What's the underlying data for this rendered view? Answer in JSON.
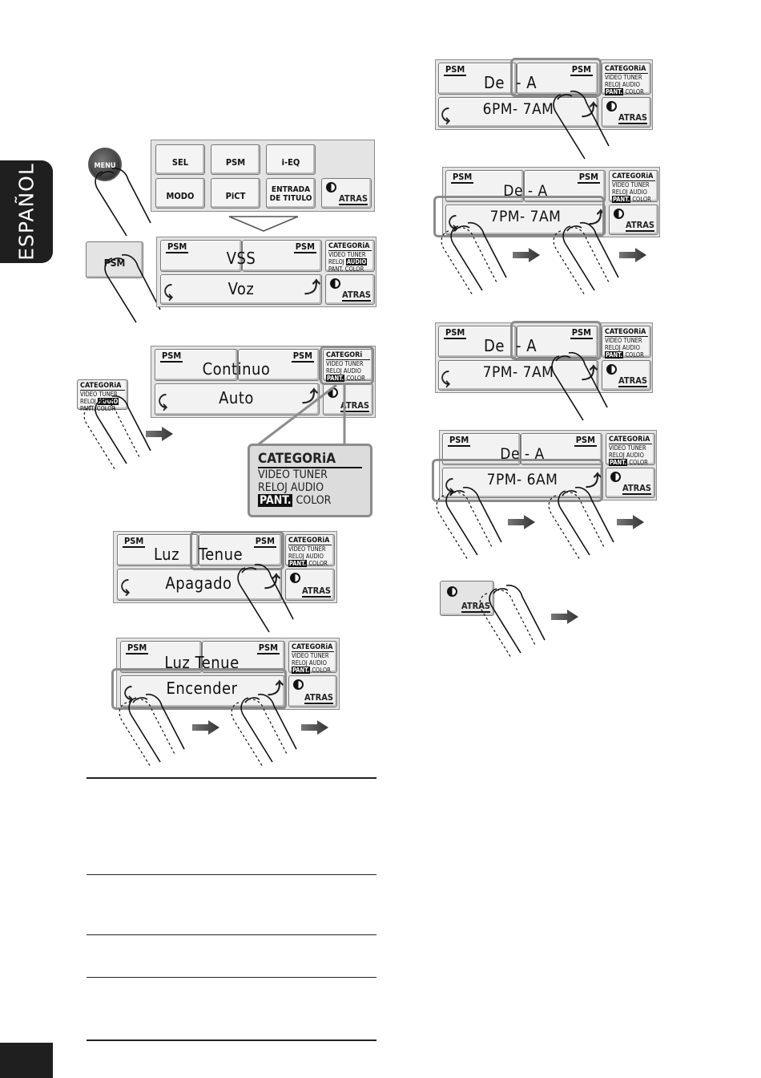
{
  "side_tab": {
    "label": "ESPAÑOL"
  },
  "menu_button": {
    "label": "MENU"
  },
  "main_menu": {
    "row1": [
      "SEL",
      "PSM",
      "i-EQ"
    ],
    "row2": [
      "MODO",
      "PiCT",
      "ENTRADA DE TITULO"
    ],
    "back_label": "ATRAS"
  },
  "psm_button": {
    "label": "PSM"
  },
  "psm_tag": "PSM",
  "category": {
    "title": "CATEGORiA",
    "row1": "VIDEO TUNER",
    "row2_a": "RELOJ",
    "row2_b": "AUDIO",
    "row3_a": "PANT.",
    "row3_b": "COLOR",
    "clipped_title": "CATEGORi"
  },
  "back_label": "ATRAS",
  "left_screens": {
    "vss": {
      "top": "VSS",
      "bottom": "Voz"
    },
    "continuo": {
      "top": "Continuo",
      "bottom": "Auto"
    },
    "luz": {
      "top_left": "Luz",
      "top_right": "Tenue",
      "bottom": "Apagado"
    },
    "luz2": {
      "top": "Luz Tenue",
      "bottom": "Encender"
    }
  },
  "right_screens": {
    "s1": {
      "top_left": "De",
      "top_right": "- A",
      "bottom": "6PM- 7AM"
    },
    "s2": {
      "top": "De - A",
      "bottom": "7PM- 7AM"
    },
    "s3": {
      "top_left": "De",
      "top_right": "- A",
      "bottom": "7PM- 7AM"
    },
    "s4": {
      "top": "De - A",
      "bottom": "7PM- 6AM"
    }
  }
}
